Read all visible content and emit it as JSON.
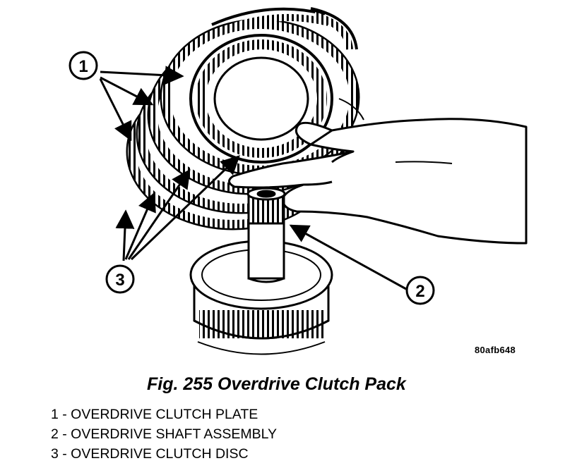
{
  "figure": {
    "caption": "Fig. 255 Overdrive Clutch Pack",
    "code": "80afb648"
  },
  "callouts": [
    {
      "id": "1"
    },
    {
      "id": "2"
    },
    {
      "id": "3"
    }
  ],
  "legend": [
    {
      "text": "1 - OVERDRIVE CLUTCH PLATE"
    },
    {
      "text": "2 - OVERDRIVE SHAFT ASSEMBLY"
    },
    {
      "text": "3 - OVERDRIVE CLUTCH DISC"
    }
  ]
}
